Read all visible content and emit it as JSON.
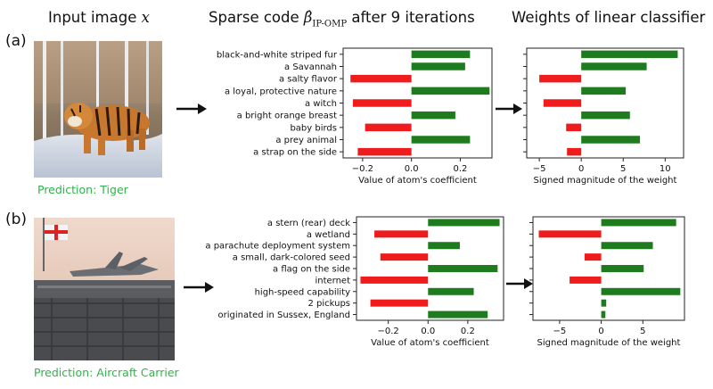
{
  "headers": {
    "input": "Input image",
    "input_var": "x",
    "sparse_prefix": "Sparse code ",
    "beta": "β̂",
    "beta_sub": "IP-OMP",
    "sparse_suffix": " after 9 iterations",
    "weights": "Weights of linear classifier"
  },
  "colors": {
    "positive": "#1e7b1e",
    "negative": "#ee1c1c",
    "prediction": "#2fb34a"
  },
  "panels": [
    {
      "label": "(a)",
      "prediction": "Prediction: Tiger",
      "image_icon": "tiger-photo",
      "chart_data": [
        {
          "type": "bar",
          "orientation": "horizontal",
          "categories": [
            "black-and-white striped fur",
            "a Savannah",
            "a salty flavor",
            "a loyal, protective nature",
            "a witch",
            "a bright orange breast",
            "baby birds",
            "a prey animal",
            "a strap on the side"
          ],
          "values": [
            0.24,
            0.22,
            -0.25,
            0.32,
            -0.24,
            0.18,
            -0.19,
            0.24,
            -0.22
          ],
          "xlim": [
            -0.28,
            0.33
          ],
          "xticks": [
            -0.2,
            0.0,
            0.2
          ],
          "xtick_labels": [
            "−0.2",
            "0.0",
            "0.2"
          ],
          "xlabel": "Value of atom's coefficient",
          "grid": false
        },
        {
          "type": "bar",
          "orientation": "horizontal",
          "values": [
            11.5,
            7.8,
            -5.0,
            5.3,
            -4.5,
            5.8,
            -1.8,
            7.0,
            -1.7
          ],
          "xlim": [
            -6.5,
            12.2
          ],
          "xticks": [
            -5,
            0,
            5,
            10
          ],
          "xtick_labels": [
            "−5",
            "0",
            "5",
            "10"
          ],
          "xlabel": "Signed magnitude of the weight",
          "grid": false
        }
      ]
    },
    {
      "label": "(b)",
      "prediction": "Prediction: Aircraft Carrier",
      "image_icon": "aircraft-carrier-photo",
      "chart_data": [
        {
          "type": "bar",
          "orientation": "horizontal",
          "categories": [
            "a stern (rear) deck",
            "a wetland",
            "a parachute deployment system",
            "a small, dark-colored seed",
            "a flag on the side",
            "internet",
            "high-speed capability",
            "2 pickups",
            "originated in Sussex, England"
          ],
          "values": [
            0.36,
            -0.27,
            0.16,
            -0.24,
            0.35,
            -0.34,
            0.23,
            -0.29,
            0.3
          ],
          "xlim": [
            -0.36,
            0.38
          ],
          "xticks": [
            -0.2,
            0.0,
            0.2
          ],
          "xtick_labels": [
            "−0.2",
            "0.0",
            "0.2"
          ],
          "xlabel": "Value of atom's coefficient",
          "grid": false
        },
        {
          "type": "bar",
          "orientation": "horizontal",
          "values": [
            9.0,
            -7.5,
            6.2,
            -2.0,
            5.1,
            -3.8,
            9.5,
            0.6,
            0.5
          ],
          "xlim": [
            -8.2,
            10.0
          ],
          "xticks": [
            -5,
            0,
            5
          ],
          "xtick_labels": [
            "−5",
            "0",
            "5"
          ],
          "xlabel": "Signed magnitude of the weight",
          "grid": false
        }
      ]
    }
  ]
}
